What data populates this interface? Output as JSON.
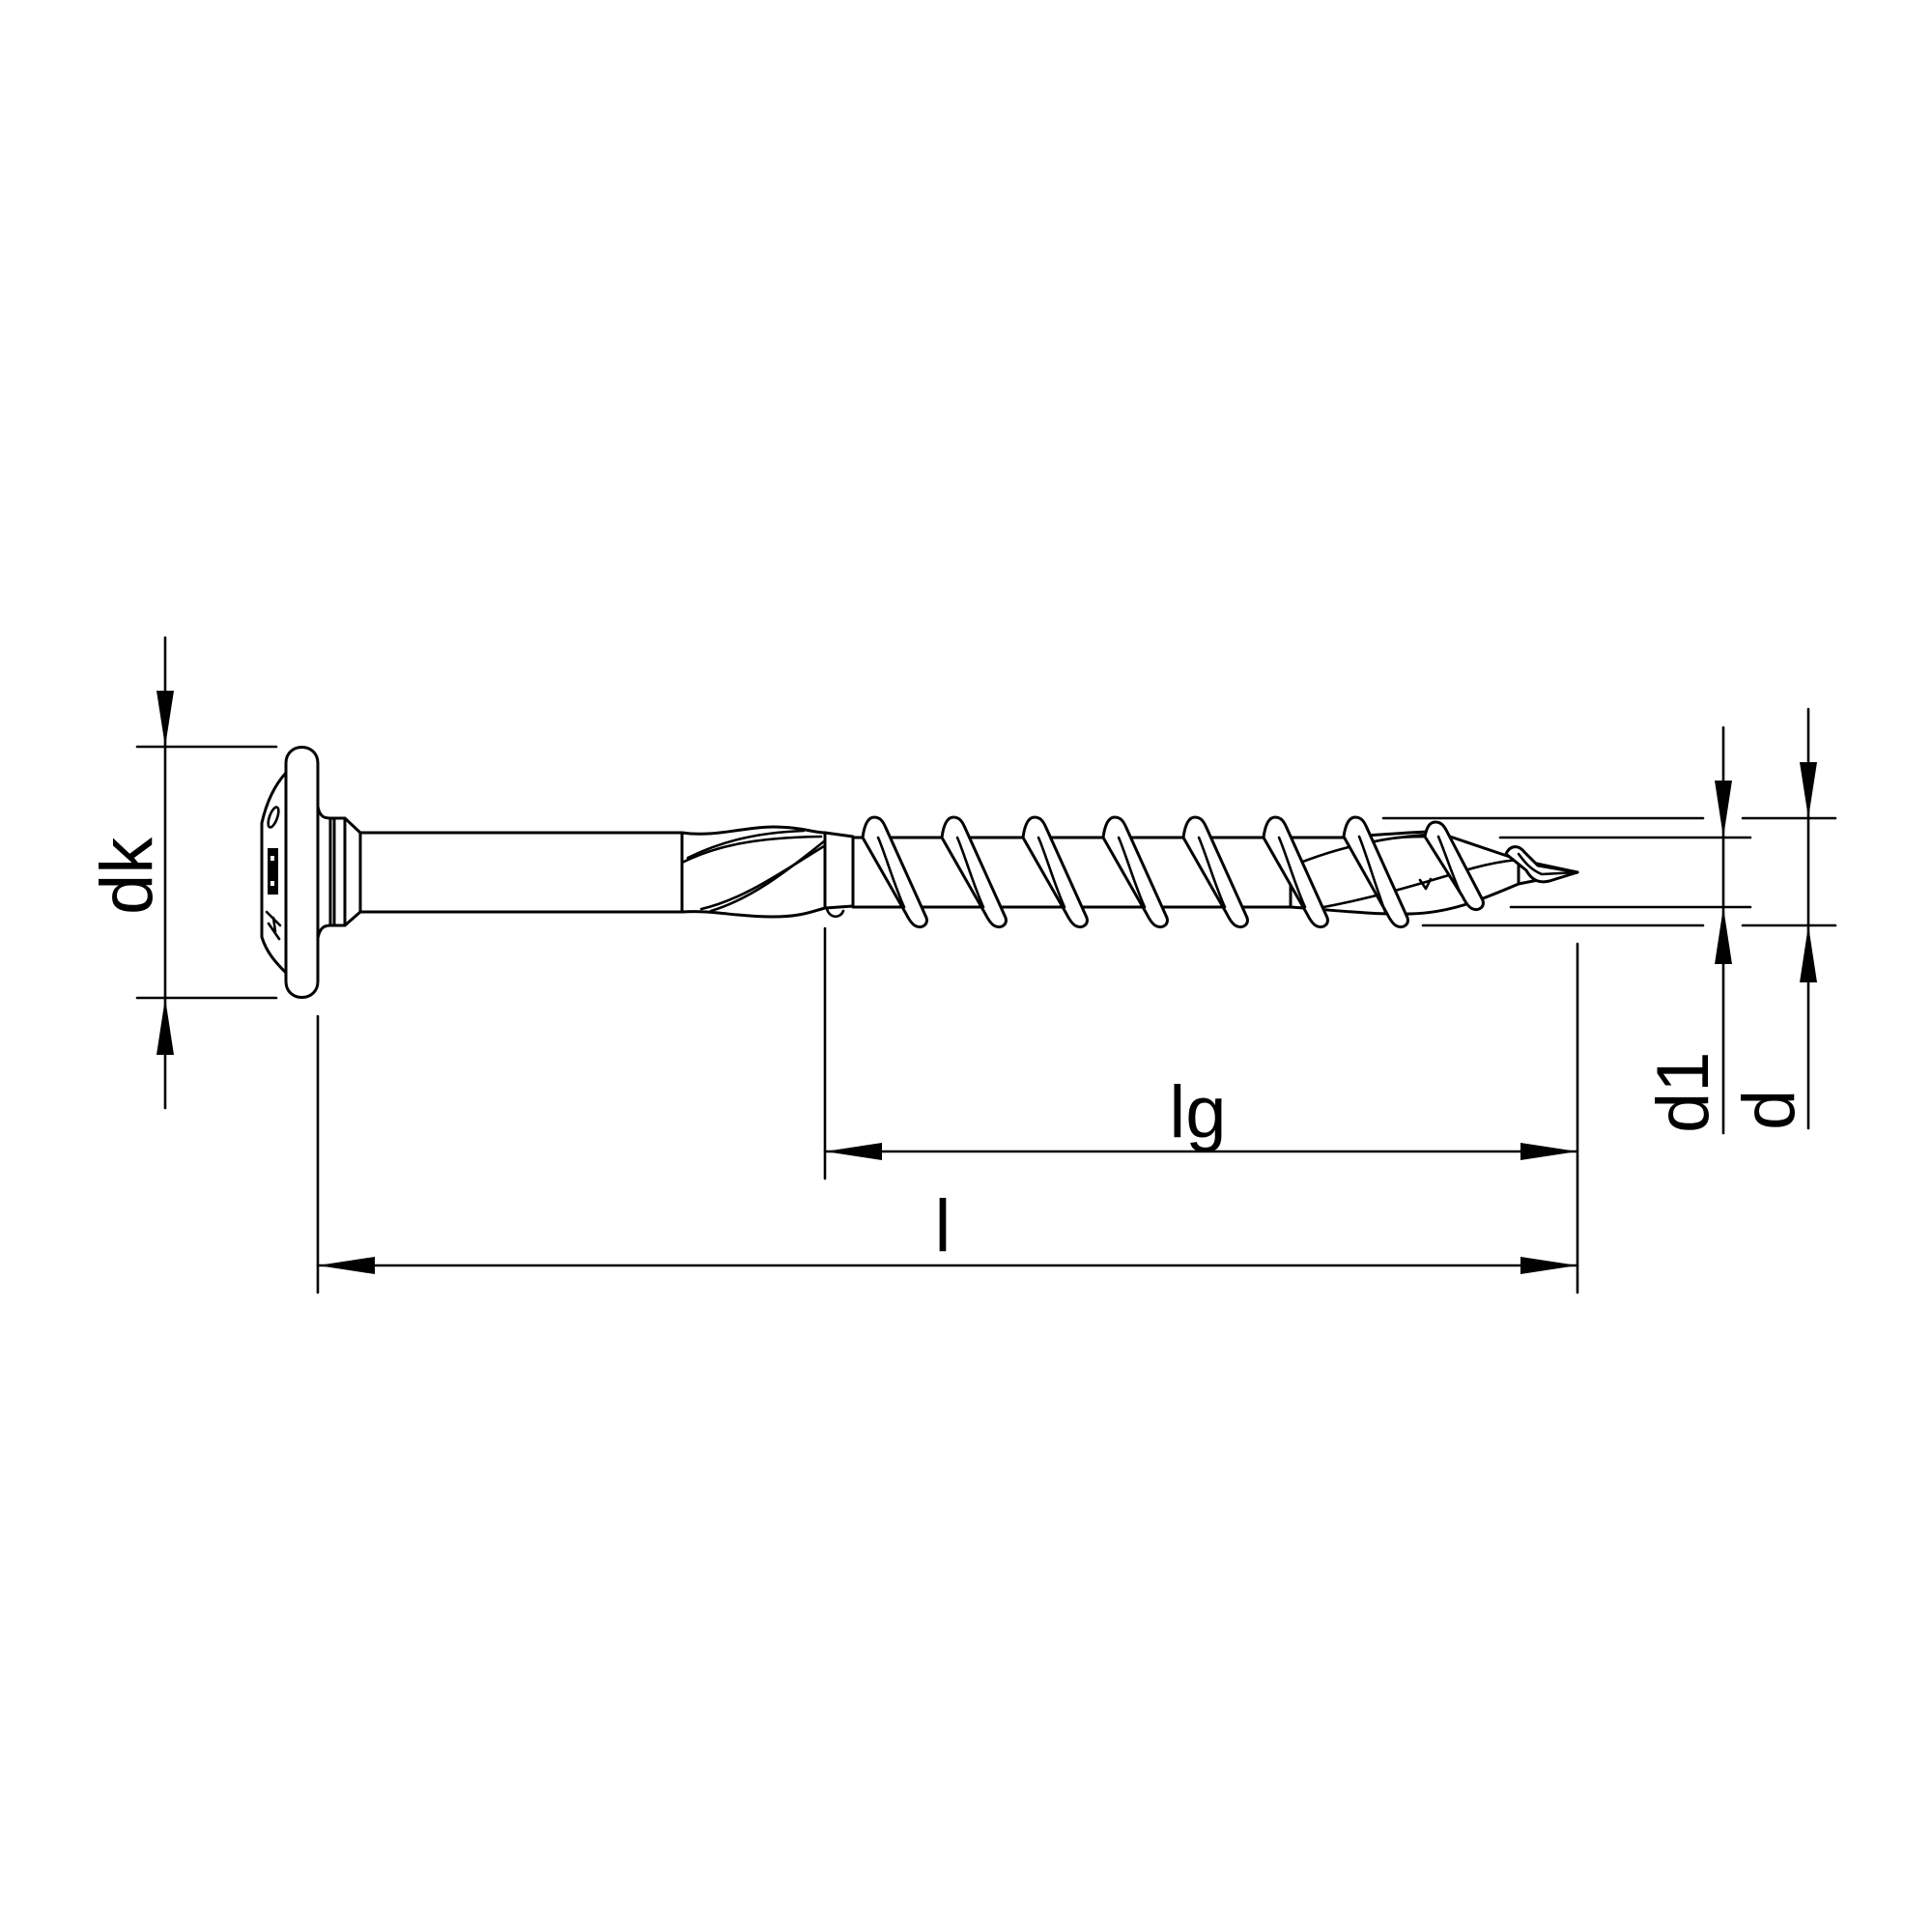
{
  "drawing": {
    "subject": "screw-technical-drawing",
    "colors": {
      "line": "#000000",
      "background": "#ffffff"
    }
  },
  "labels": {
    "head_diameter": "dk",
    "thread_length": "lg",
    "total_length": "l",
    "core_diameter": "d1",
    "thread_diameter": "d"
  }
}
